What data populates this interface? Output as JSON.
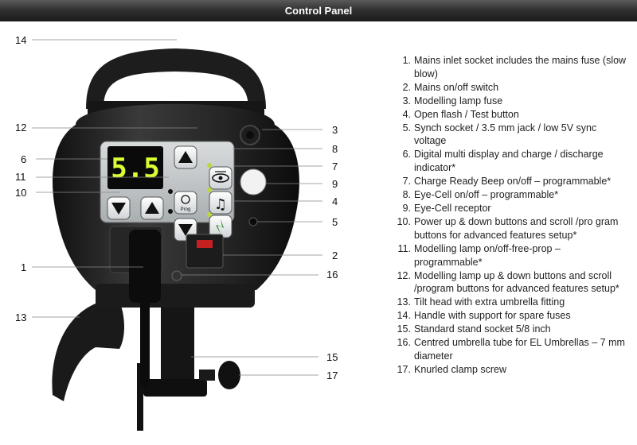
{
  "title": "Control Panel",
  "display": {
    "value": "5.5"
  },
  "button_labels": {
    "prog": "Prog"
  },
  "callouts": {
    "c1": "1",
    "c2": "2",
    "c3": "3",
    "c4": "4",
    "c5": "5",
    "c6": "6",
    "c7": "7",
    "c8": "8",
    "c9": "9",
    "c10": "10",
    "c11": "11",
    "c12": "12",
    "c13": "13",
    "c14": "14",
    "c15": "15",
    "c16": "16",
    "c17": "17"
  },
  "legend": [
    {
      "num": "1.",
      "text": "Mains inlet socket includes the mains fuse (slow blow)"
    },
    {
      "num": "2.",
      "text": "Mains on/off switch"
    },
    {
      "num": "3.",
      "text": "Modelling lamp fuse"
    },
    {
      "num": "4.",
      "text": "Open flash / Test button"
    },
    {
      "num": "5.",
      "text": "Synch socket / 3.5 mm jack / low 5V sync voltage"
    },
    {
      "num": "6.",
      "text": "Digital multi display and charge / discharge indicator*"
    },
    {
      "num": "7.",
      "text": "Charge Ready Beep on/off – programmable*"
    },
    {
      "num": "8.",
      "text": "Eye-Cell on/off – programmable*"
    },
    {
      "num": "9.",
      "text": "Eye-Cell receptor"
    },
    {
      "num": "10.",
      "text": "Power up & down buttons and scroll /pro gram buttons for advanced features setup*"
    },
    {
      "num": "11.",
      "text": "Modelling lamp on/off-free-prop – programmable*"
    },
    {
      "num": "12.",
      "text": "Modelling lamp up & down buttons and scroll /program buttons for advanced features setup*"
    },
    {
      "num": "13.",
      "text": "Tilt head with extra umbrella fitting"
    },
    {
      "num": "14.",
      "text": "Handle with support for spare fuses"
    },
    {
      "num": "15.",
      "text": "Standard stand socket 5/8 inch"
    },
    {
      "num": "16.",
      "text": "Centred umbrella tube for EL Umbrellas – 7 mm diameter"
    },
    {
      "num": "17.",
      "text": "Knurled clamp screw"
    }
  ]
}
